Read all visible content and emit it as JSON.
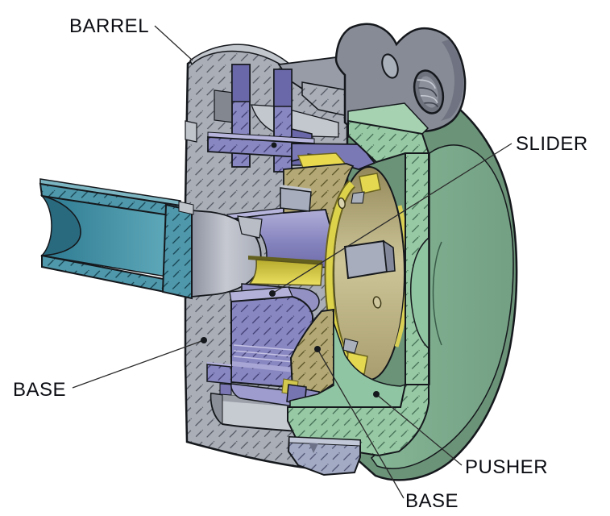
{
  "annotations": {
    "labels": [
      {
        "id": "barrel",
        "text": "BARREL"
      },
      {
        "id": "slider",
        "text": "SLIDER"
      },
      {
        "id": "base-left",
        "text": "BASE"
      },
      {
        "id": "pusher",
        "text": "PUSHER"
      },
      {
        "id": "base-bottom",
        "text": "BASE"
      }
    ]
  },
  "palette": {
    "background": "#ffffff",
    "barrel_gray": "#a9aeb7",
    "housing_gray": "#878b96",
    "shaft_teal": "#4f97aa",
    "sleeve_purple": "#8987c1",
    "slider_khaki": "#b4a976",
    "slider_yellow": "#e0d44c",
    "pusher_green": "#98c9a5",
    "pusher_dark": "#6b9378",
    "flange_blue": "#a3aac3",
    "leader_line": "#2b2b2b",
    "label_text": "#0c0e14"
  }
}
